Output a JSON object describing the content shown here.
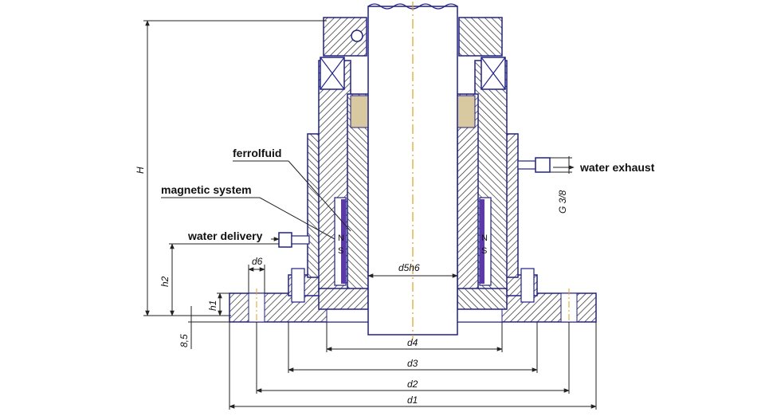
{
  "labels": {
    "ferrofluid": "ferrolfuid",
    "magnetic_system": "magnetic system",
    "water_delivery": "water delivery",
    "water_exhaust": "water exhaust",
    "thread": "G 3/8",
    "pole_north": "N",
    "pole_south": "S"
  },
  "dimensions": {
    "H": "H",
    "h1": "h1",
    "h2": "h2",
    "d1": "d1",
    "d2": "d2",
    "d3": "d3",
    "d4": "d4",
    "d5": "d5h6",
    "d6": "d6",
    "flange_thickness": "8,5"
  },
  "colors": {
    "outline": "#20208a",
    "hatch": "#2a2a2a",
    "magnet": "#5b3aa8",
    "centerline": "#e0a020",
    "dim_line": "#222222"
  }
}
